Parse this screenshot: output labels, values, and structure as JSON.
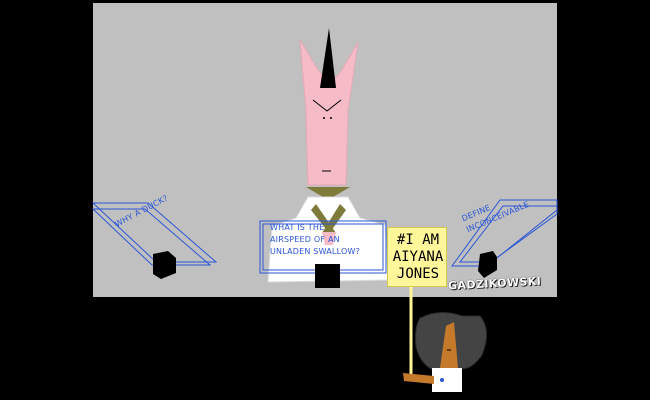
{
  "podiums": {
    "left": {
      "text": "WHY A DUCK?"
    },
    "center": {
      "text_line1": "WHAT IS THE",
      "text_line2": "AIRSPEED OF AN",
      "text_line3": "UNLADEN SWALLOW?"
    },
    "right": {
      "text_line1": "DEFINE",
      "text_line2": "INCONCEIVABLE"
    }
  },
  "sign": {
    "line1": "#I AM",
    "line2": "AIYANA",
    "line3": "JONES"
  },
  "signature": "GADZIKOWSKI",
  "colors": {
    "background": "#000000",
    "scene": "#c0c0c0",
    "host_skin": "#f5bcc8",
    "podium_outline": "#2a56d6",
    "sign": "#fff79a",
    "robe": "#ffffff",
    "collar": "#7d7a3a"
  }
}
